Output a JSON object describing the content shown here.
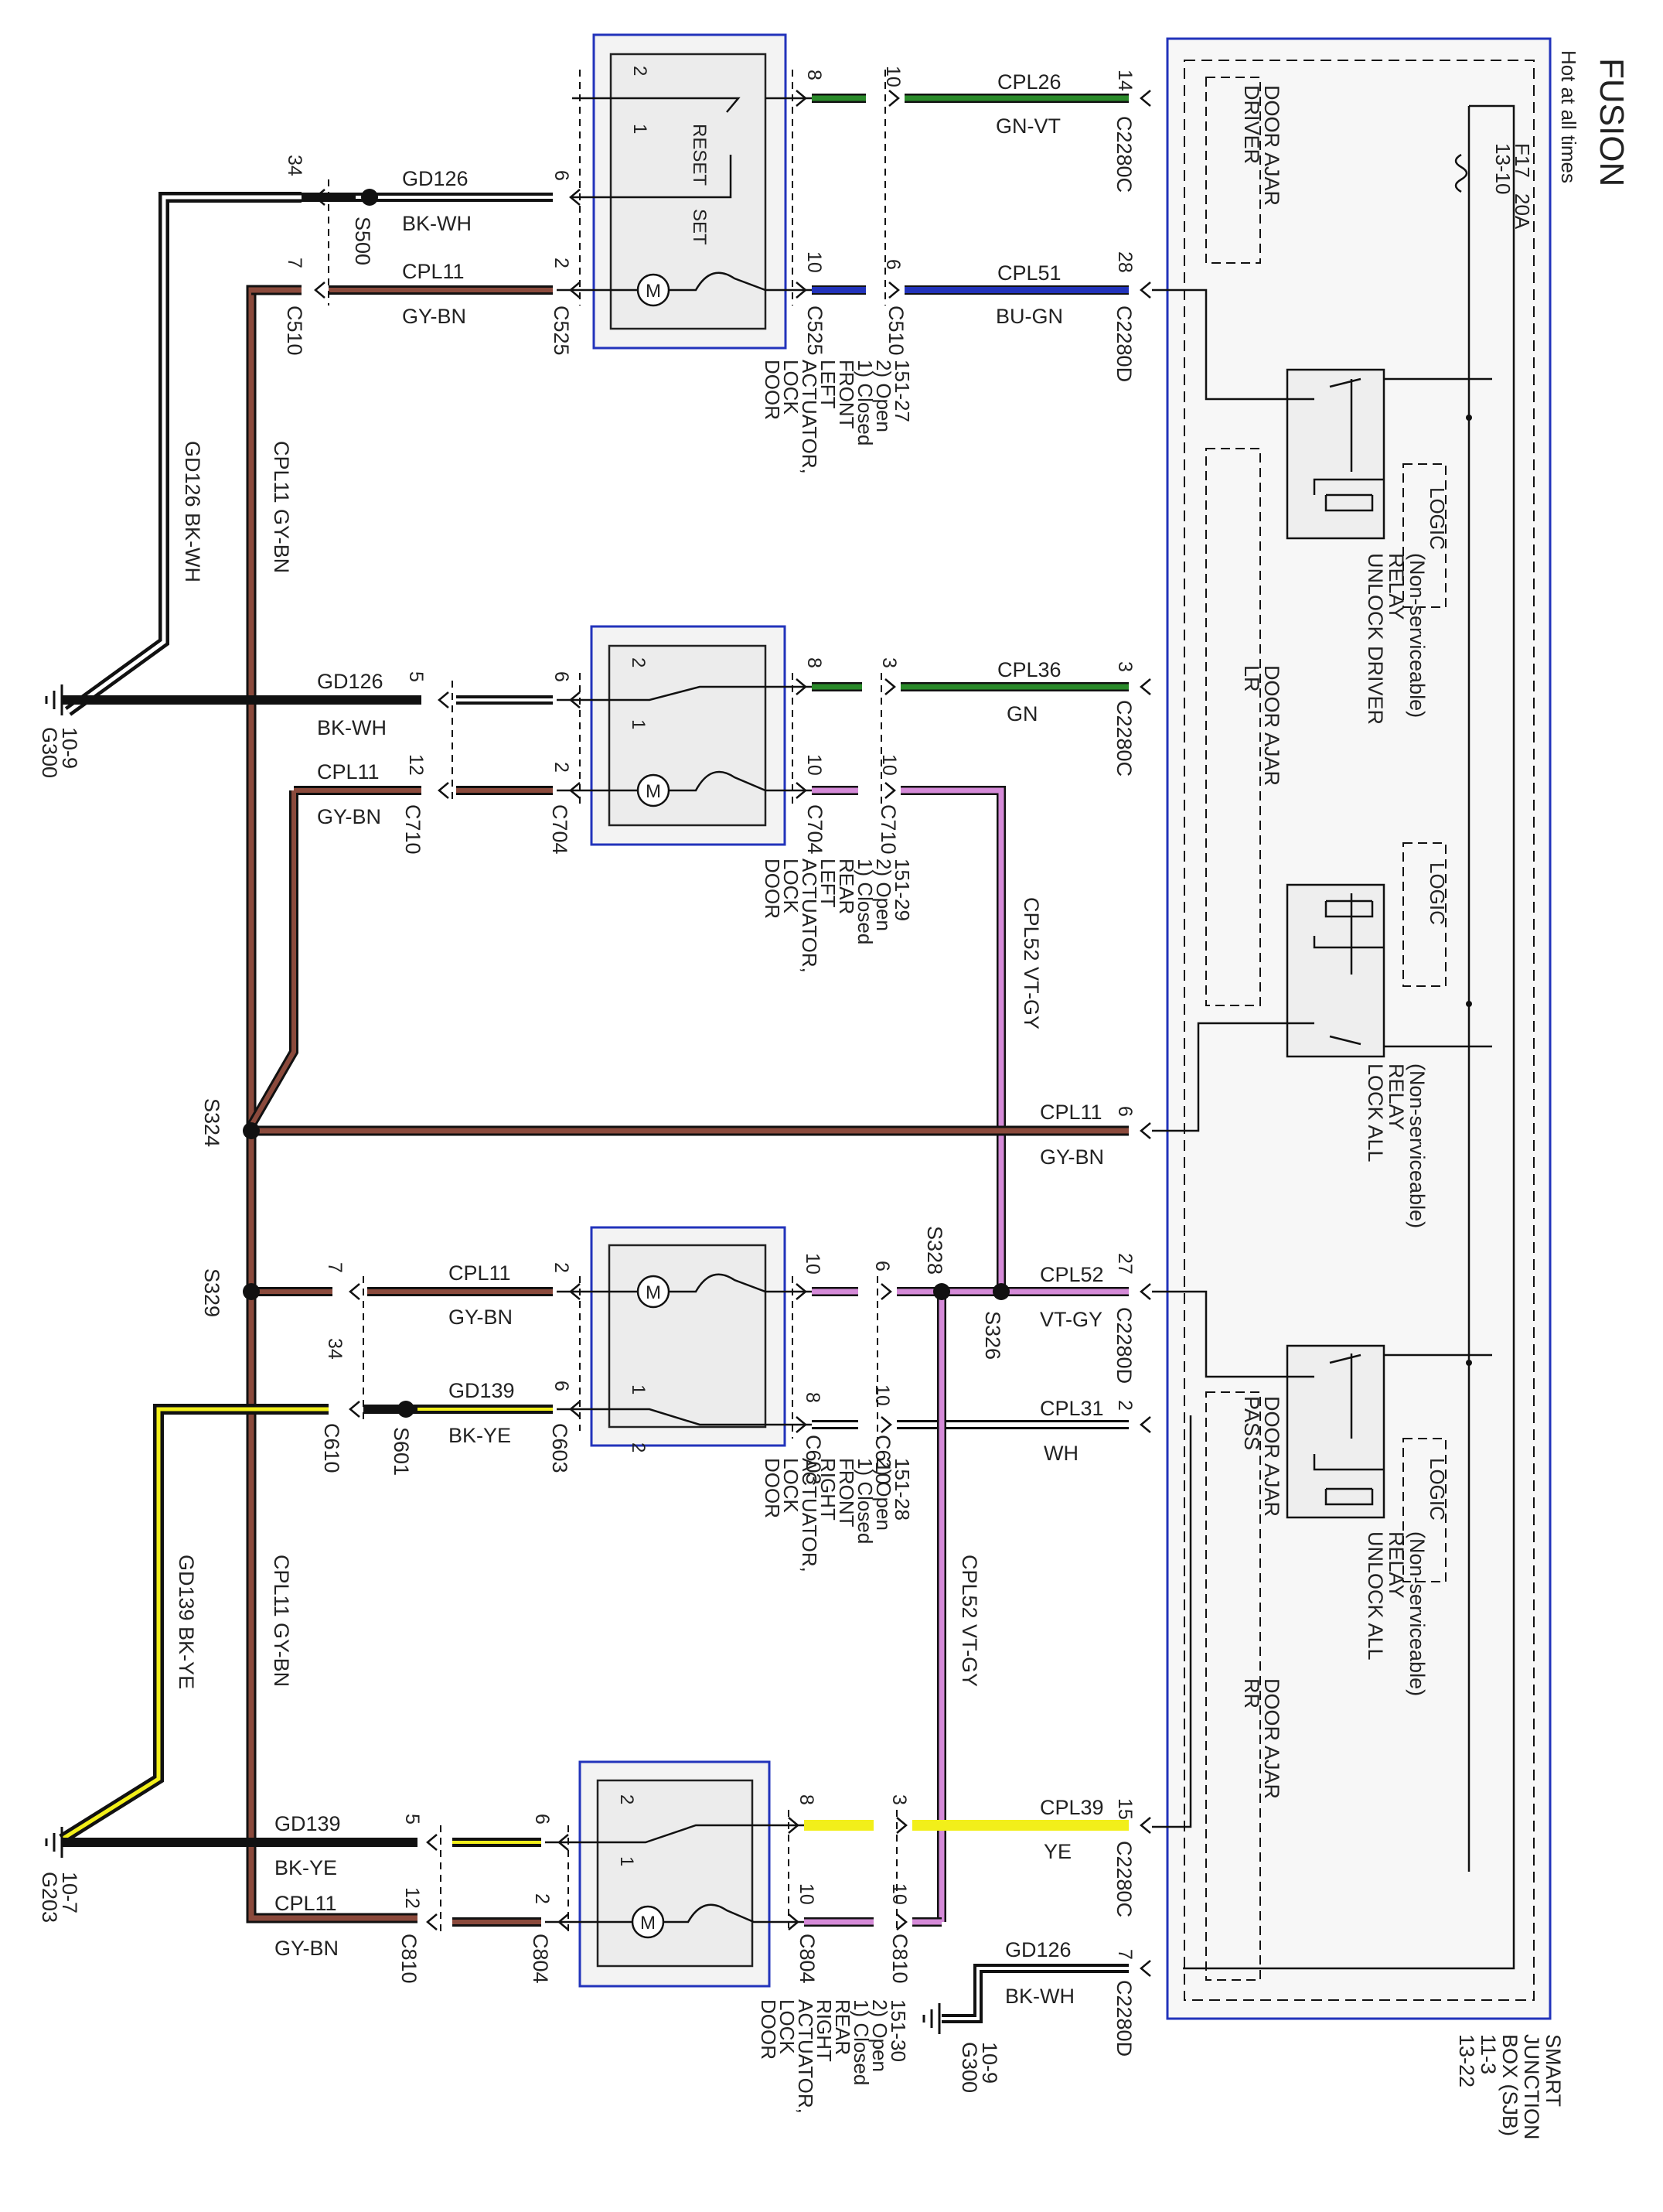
{
  "title": "FUSION",
  "subtitle": "Hot at all times",
  "fuse": {
    "name": "F17",
    "rating": "20A",
    "ref": "13-10"
  },
  "sjb": {
    "lines": [
      "SMART",
      "JUNCTION",
      "BOX (SJB)",
      "11-3",
      "13-22"
    ]
  },
  "sjb_labels": {
    "driver_door_ajar": [
      "DRIVER",
      "DOOR AJAR"
    ],
    "lr_door_ajar": [
      "LR",
      "DOOR AJAR"
    ],
    "pass_door_ajar": [
      "PASS",
      "DOOR AJAR"
    ],
    "rr_door_ajar": [
      "RR",
      "DOOR AJAR"
    ]
  },
  "relays": {
    "unlock_driver": {
      "logic": "LOGIC",
      "label": [
        "UNLOCK DRIVER",
        "RELAY",
        "(Non-serviceable)"
      ]
    },
    "lock_all": {
      "logic": "LOGIC",
      "label": [
        "LOCK ALL",
        "RELAY",
        "(Non-serviceable)"
      ]
    },
    "unlock_all": {
      "logic": "LOGIC",
      "label": [
        "UNLOCK ALL",
        "RELAY",
        "(Non-serviceable)"
      ]
    }
  },
  "actuators": {
    "lf": {
      "lines": [
        "DOOR",
        "LOCK",
        "ACTUATOR,",
        "LEFT",
        "FRONT",
        "1) Closed",
        "2) Open",
        "151-27"
      ],
      "switch_labels": [
        "RESET",
        "SET"
      ]
    },
    "lr": {
      "lines": [
        "DOOR",
        "LOCK",
        "ACTUATOR,",
        "LEFT",
        "REAR",
        "1) Closed",
        "2) Open",
        "151-29"
      ]
    },
    "rf": {
      "lines": [
        "DOOR",
        "LOCK",
        "ACTUATOR,",
        "RIGHT",
        "FRONT",
        "1) Closed",
        "2) Open",
        "151-28"
      ]
    },
    "rr": {
      "lines": [
        "DOOR",
        "LOCK",
        "ACTUATOR,",
        "RIGHT",
        "REAR",
        "1) Closed",
        "2) Open",
        "151-30"
      ]
    }
  },
  "motor_symbol": "M",
  "contacts": {
    "one": "1",
    "two": "2"
  },
  "circuits": {
    "cpl26": {
      "name": "CPL26",
      "color": "GN-VT",
      "pin": "14",
      "connector": "C2280C"
    },
    "cpl51": {
      "name": "CPL51",
      "color": "BU-GN",
      "pin": "28",
      "connector": "C2280D"
    },
    "cpl36": {
      "name": "CPL36",
      "color": "GN",
      "pin": "3",
      "connector": "C2280C"
    },
    "cpl11_main": {
      "name": "CPL11",
      "color": "GY-BN",
      "pin": "6"
    },
    "cpl52": {
      "name": "CPL52",
      "color": "VT-GY",
      "pin": "27",
      "connector": "C2280D"
    },
    "cpl31": {
      "name": "CPL31",
      "color": "WH",
      "pin": "2"
    },
    "cpl39": {
      "name": "CPL39",
      "color": "YE",
      "pin": "15",
      "connector": "C2280C"
    },
    "gd126_sjb": {
      "name": "GD126",
      "color": "BK-WH",
      "pin": "7",
      "connector": "C2280D"
    }
  },
  "left_wires": {
    "lf_gd126": {
      "name": "GD126",
      "color": "BK-WH"
    },
    "lf_cpl11": {
      "name": "CPL11",
      "color": "GY-BN"
    },
    "lr_gd126": {
      "name": "GD126",
      "color": "BK-WH"
    },
    "lr_cpl11": {
      "name": "CPL11",
      "color": "GY-BN"
    },
    "rf_cpl11": {
      "name": "CPL11",
      "color": "GY-BN"
    },
    "rf_gd139": {
      "name": "GD139",
      "color": "BK-YE"
    },
    "rr_gd139": {
      "name": "GD139",
      "color": "BK-YE"
    },
    "rr_cpl11": {
      "name": "CPL11",
      "color": "GY-BN"
    }
  },
  "vertical_labels": {
    "gd126": "GD126   BK-WH",
    "cpl11_upper": "CPL11   GY-BN",
    "gd139": "GD139   BK-YE",
    "cpl11_lower": "CPL11   GY-BN",
    "cpl52_upper": "CPL52   VT-GY",
    "cpl52_lower": "CPL52   VT-GY"
  },
  "connectors": {
    "c525": "C525",
    "c510": "C510",
    "c704": "C704",
    "c710": "C710",
    "c603": "C603",
    "c610": "C610",
    "c804": "C804",
    "c810": "C810"
  },
  "splices": {
    "s500": "S500",
    "s324": "S324",
    "s329": "S329",
    "s601": "S601",
    "s328": "S328",
    "s326": "S326"
  },
  "grounds": {
    "g300_upper": [
      "G300",
      "10-9"
    ],
    "g203": [
      "G203",
      "10-7"
    ],
    "g300_lower": [
      "G300",
      "10-9"
    ]
  },
  "pins": {
    "lf": {
      "p34": "34",
      "p7": "7",
      "p6": "6",
      "p2": "2",
      "p8": "8",
      "p10a": "10",
      "p10b": "10",
      "p6b": "6"
    },
    "lr": {
      "p5": "5",
      "p12": "12",
      "p6": "6",
      "p2": "2",
      "p8": "8",
      "p3": "3",
      "p10a": "10",
      "p10b": "10"
    },
    "rf": {
      "p7": "7",
      "p34": "34",
      "p2": "2",
      "p6": "6",
      "p10": "10",
      "p6b": "6",
      "p8": "8",
      "p10b": "10"
    },
    "rr": {
      "p5": "5",
      "p12": "12",
      "p6": "6",
      "p2": "2",
      "p8": "8",
      "p3": "3",
      "p10a": "10",
      "p10b": "10"
    }
  },
  "wire_colors": {
    "black": "#111111",
    "white": "#ffffff",
    "gray": "#8a8a8a",
    "brown": "#8b4a3c",
    "green": "#2a8a2a",
    "violet": "#d58ad8",
    "blue": "#2233bb",
    "yellow": "#f2ef1a"
  }
}
